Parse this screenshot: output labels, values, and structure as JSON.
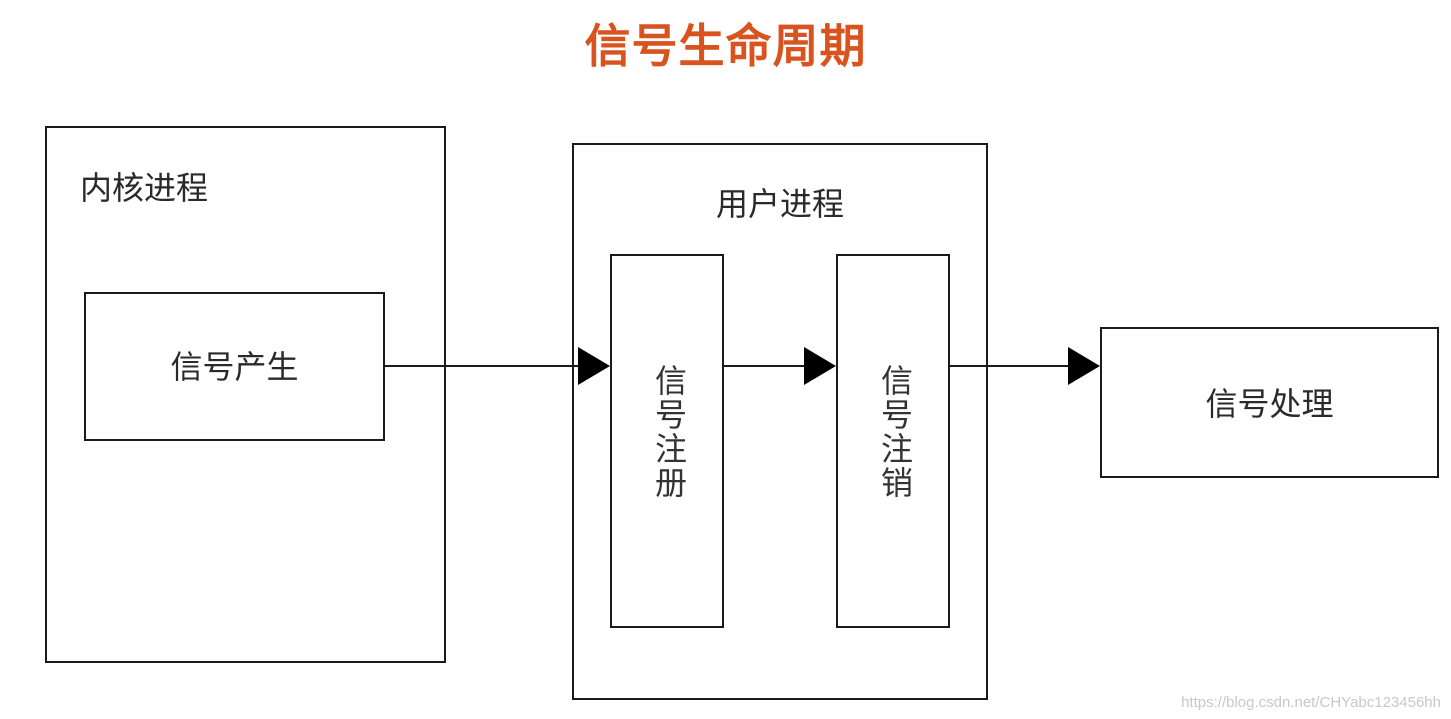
{
  "title": "信号生命周期",
  "nodes": {
    "kernel_process": {
      "label": "内核进程"
    },
    "signal_generation": {
      "label": "信号产生"
    },
    "user_process": {
      "label": "用户进程"
    },
    "signal_registration": {
      "label": "信号注册"
    },
    "signal_deregistration": {
      "label": "信号注销"
    },
    "signal_handling": {
      "label": "信号处理"
    }
  },
  "edges": [
    {
      "from": "signal_generation",
      "to": "signal_registration"
    },
    {
      "from": "signal_registration",
      "to": "signal_deregistration"
    },
    {
      "from": "signal_deregistration",
      "to": "signal_handling"
    }
  ],
  "colors": {
    "title": "#d9531e",
    "stroke": "#1a1a1a",
    "text": "#2a2a2a",
    "watermark": "#c8c8c8"
  },
  "watermark": "https://blog.csdn.net/CHYabc123456hh"
}
